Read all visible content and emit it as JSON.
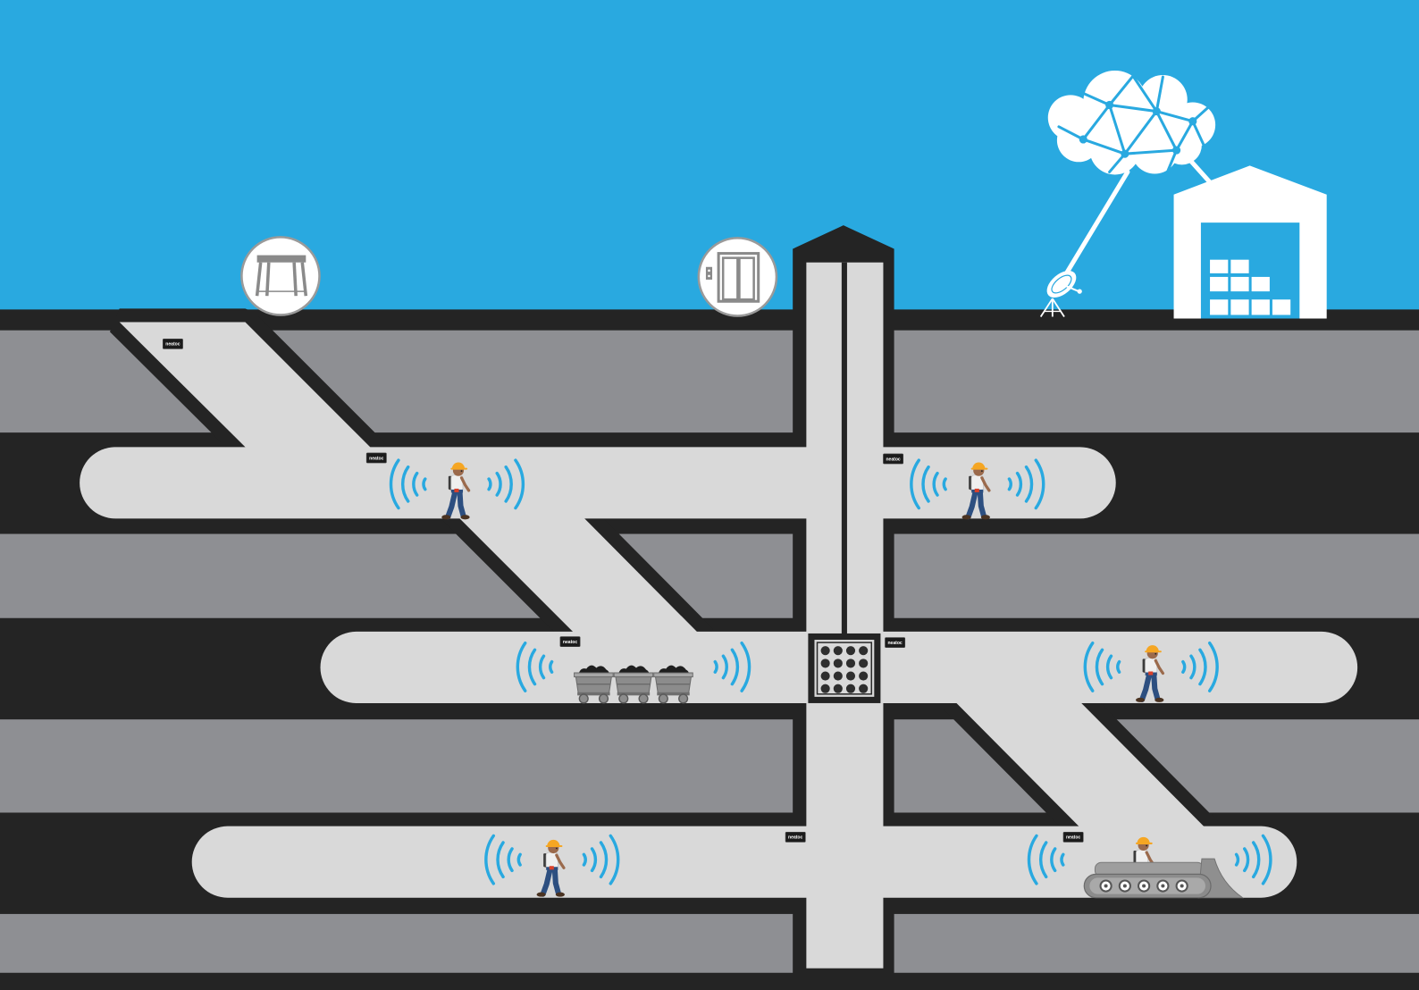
{
  "beacons": [
    {
      "label": "neatoc"
    },
    {
      "label": "neatoc"
    },
    {
      "label": "neatoc"
    },
    {
      "label": "neatoc"
    },
    {
      "label": "neatoc"
    },
    {
      "label": "neatoc"
    },
    {
      "label": "neatoc"
    }
  ],
  "icons": {
    "surface_left": "table-icon",
    "surface_right": "elevator-icon",
    "cloud": "cloud-network-icon",
    "dish": "satellite-dish-icon",
    "building": "warehouse-icon",
    "cage": "elevator-cage-icon",
    "worker": "miner-icon",
    "signal": "wireless-signal-icon",
    "carts": "mine-cart-icon",
    "dozer": "bulldozer-icon"
  },
  "colors": {
    "sky": "#29a9e0",
    "ground": "#242424",
    "rock": "#8e8f93",
    "tunnel": "#d9d9d9",
    "signal": "#29a9e0",
    "helmet": "#f5a623",
    "pants": "#2d4f80",
    "skin": "#9b6a4c",
    "equipment": "#8c8c8c"
  }
}
